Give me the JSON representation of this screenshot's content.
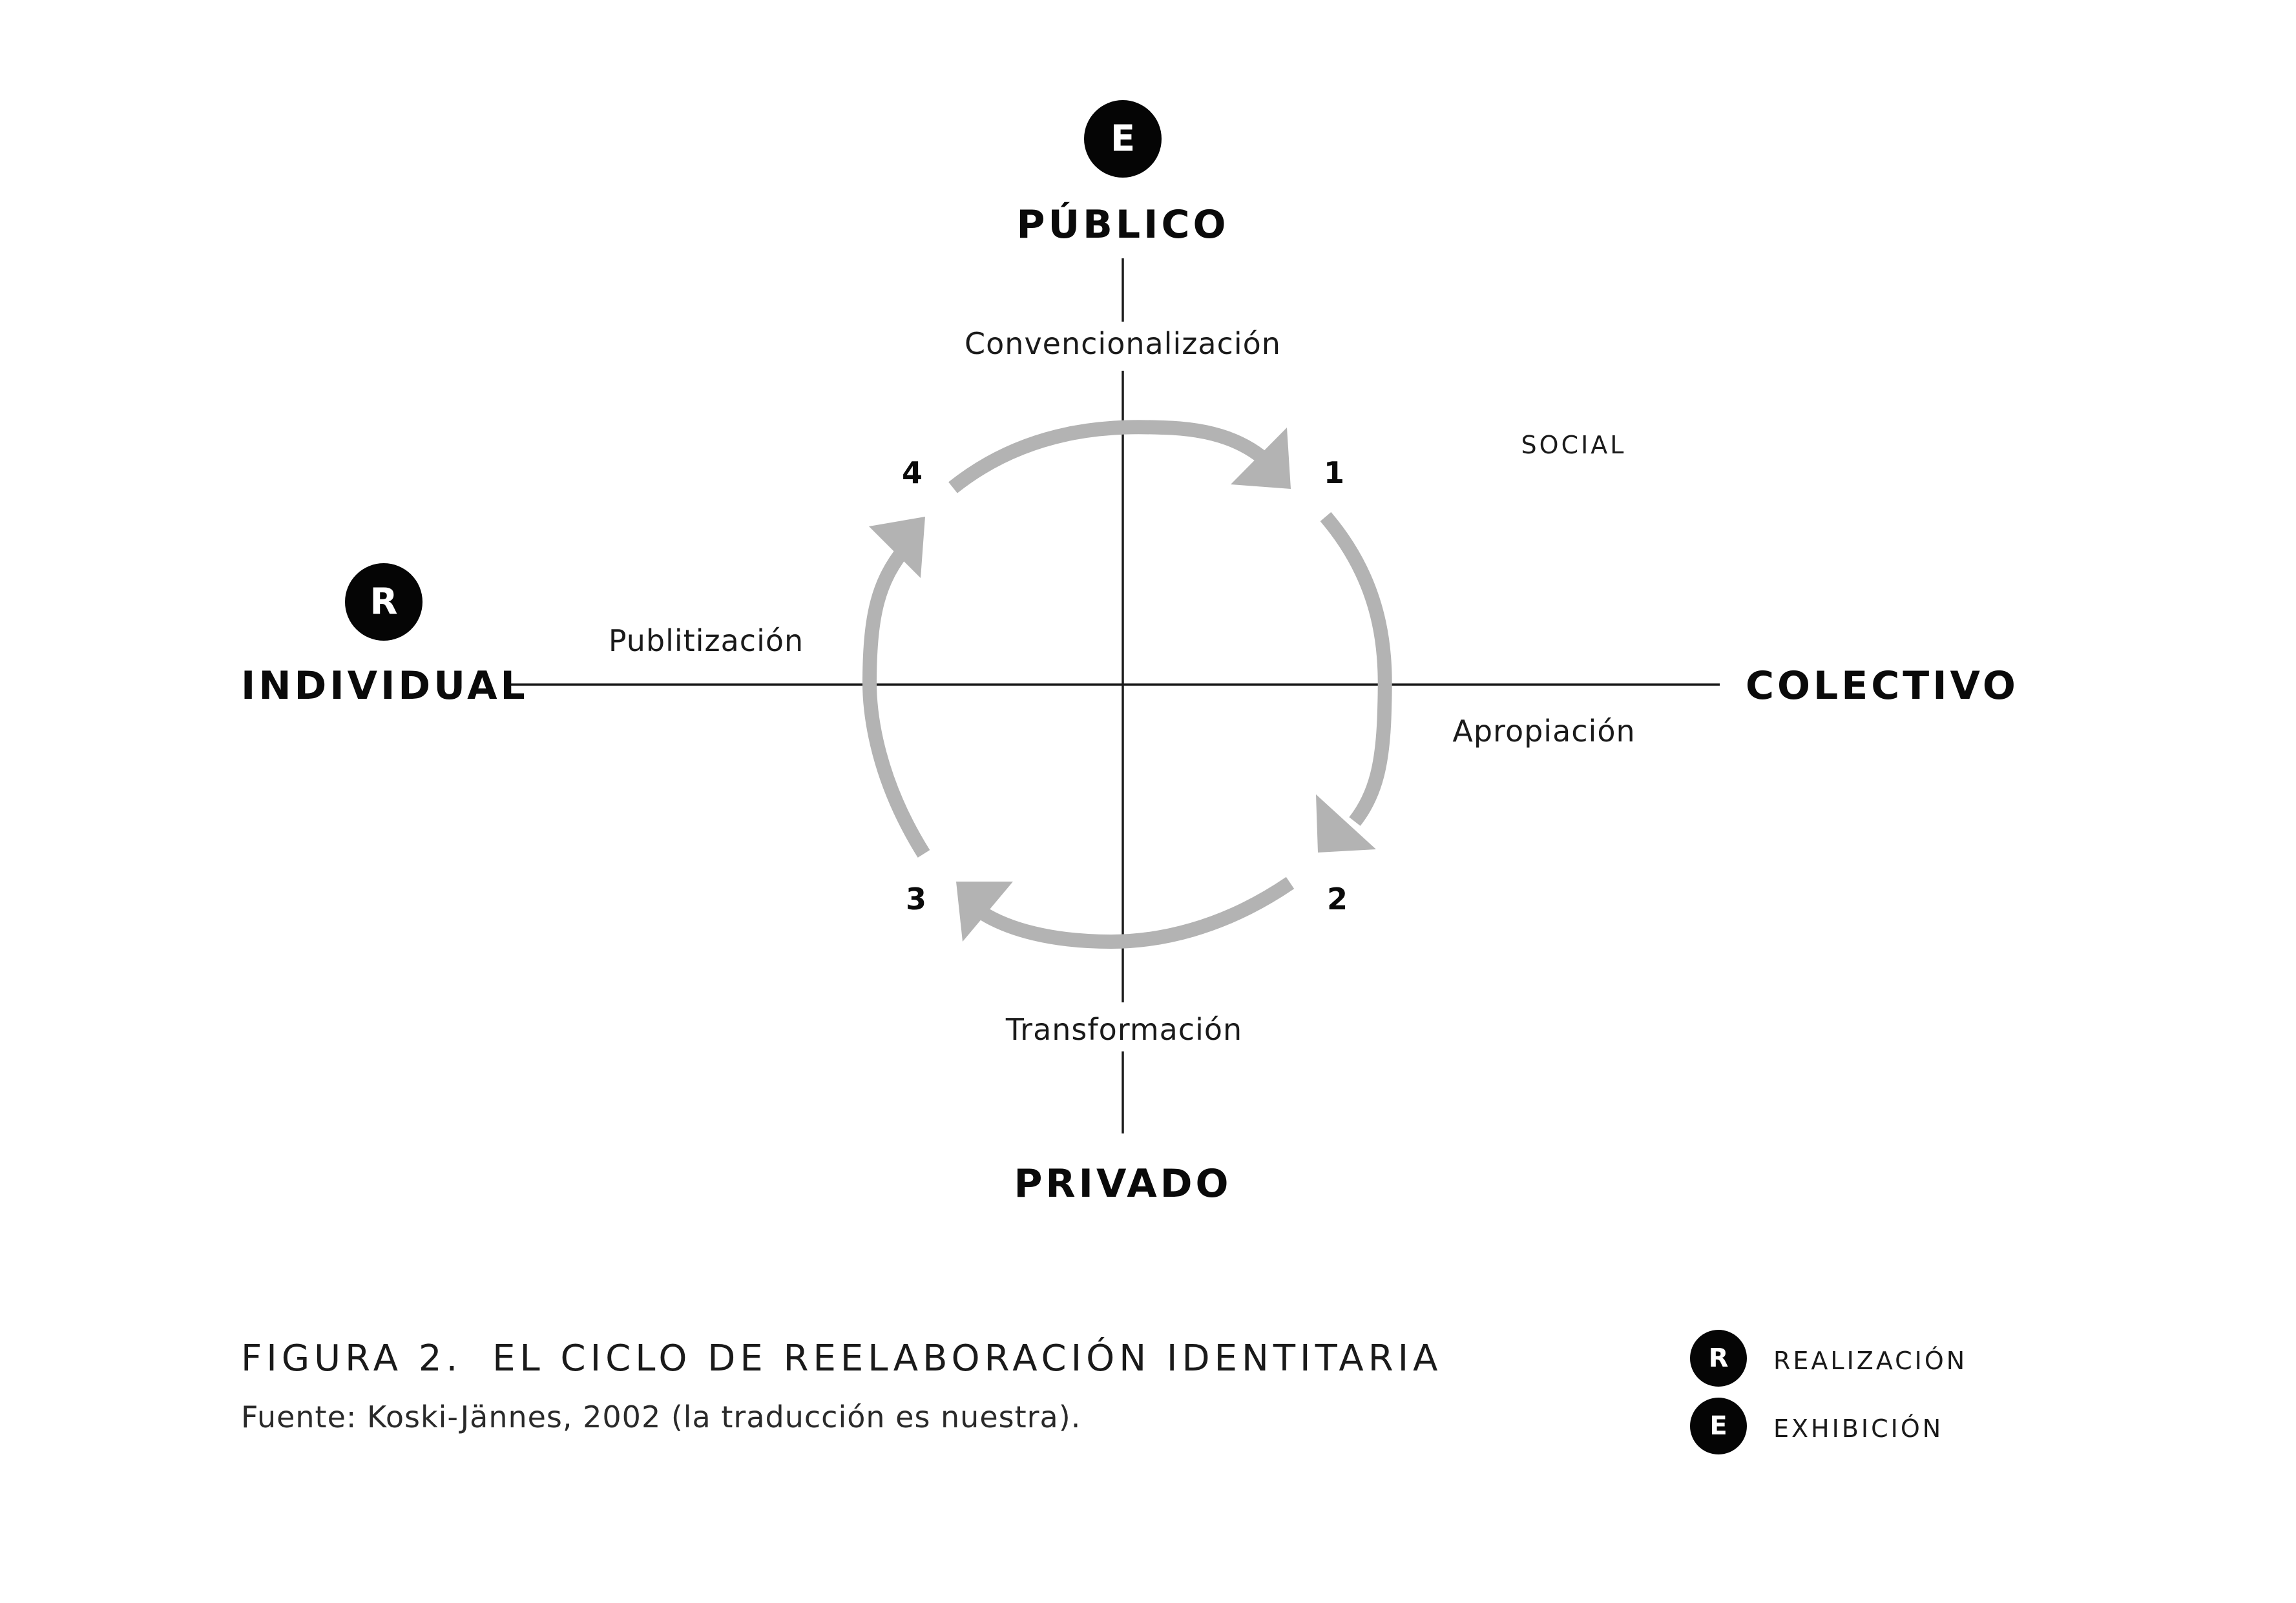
{
  "poles": {
    "top": "PÚBLICO",
    "bottom": "PRIVADO",
    "left": "INDIVIDUAL",
    "right": "COLECTIVO"
  },
  "badges": {
    "top": "E",
    "left": "R"
  },
  "processes": {
    "top": "Convencionalización",
    "left": "Publitización",
    "right": "Apropiación",
    "bottom": "Transformación"
  },
  "region_label": "SOCIAL",
  "steps": {
    "one": "1",
    "two": "2",
    "three": "3",
    "four": "4"
  },
  "caption": {
    "number": "FIGURA 2.",
    "title": "EL CICLO DE REELABORACIÓN IDENTITARIA",
    "source": "Fuente: Koski-Jännes, 2002 (la traducción es nuestra)."
  },
  "legend": [
    {
      "letter": "R",
      "label": "REALIZACIÓN"
    },
    {
      "letter": "E",
      "label": "EXHIBICIÓN"
    }
  ],
  "colors": {
    "arrow": "#b3b3b3",
    "ink": "#0a0a0a",
    "background": "#ffffff"
  }
}
